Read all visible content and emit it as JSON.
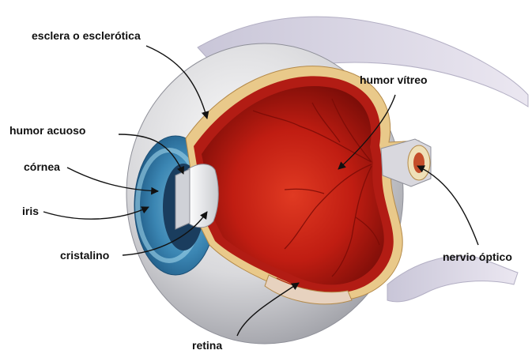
{
  "labels": {
    "sclera": "esclera o esclerótica",
    "aqueous": "humor acuoso",
    "cornea": "córnea",
    "iris": "iris",
    "lens": "cristalino",
    "retina": "retina",
    "vitreous": "humor vítreo",
    "optic_nerve": "nervio óptico"
  }
}
